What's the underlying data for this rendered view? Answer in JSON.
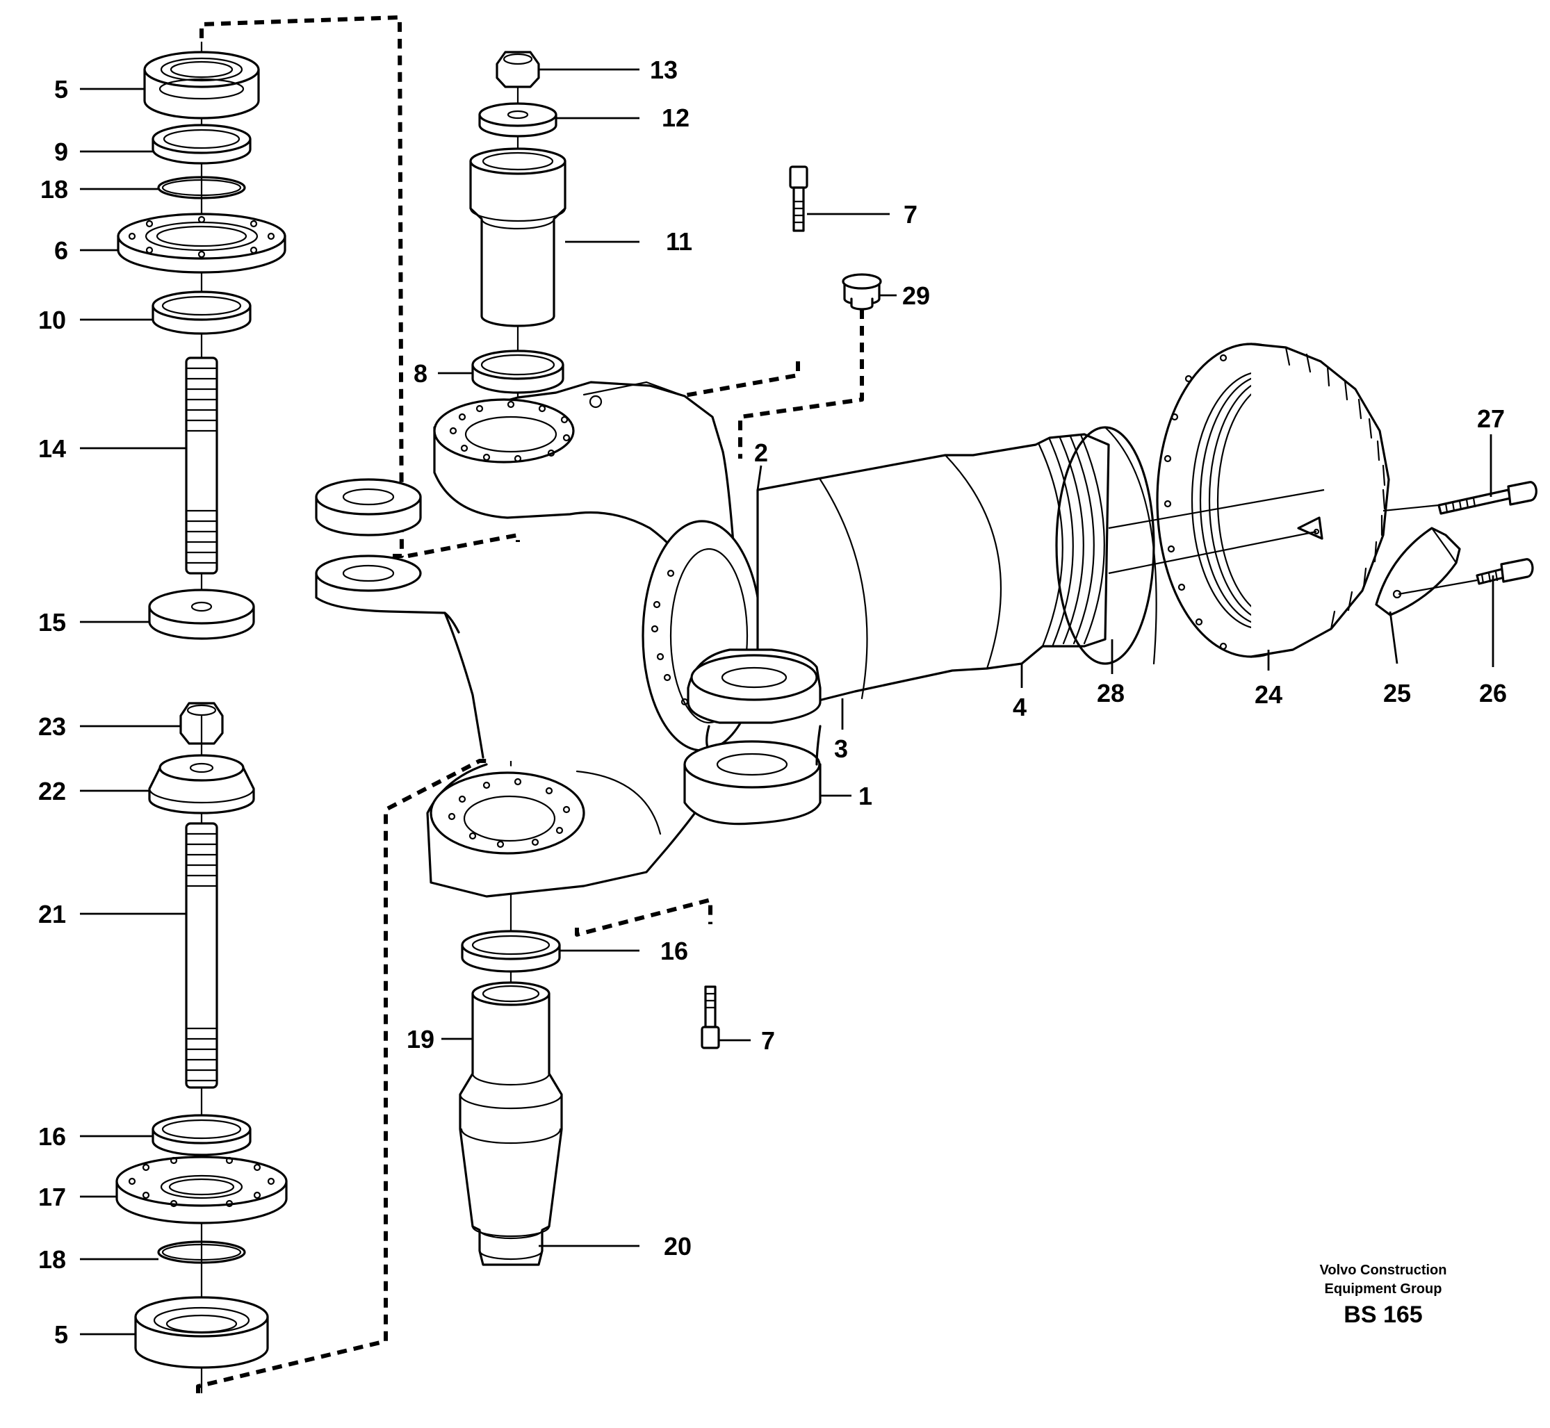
{
  "diagram": {
    "parts": [
      {
        "id": "p1",
        "label": "1"
      },
      {
        "id": "p2",
        "label": "2"
      },
      {
        "id": "p3",
        "label": "3"
      },
      {
        "id": "p4",
        "label": "4"
      },
      {
        "id": "p5a",
        "label": "5"
      },
      {
        "id": "p5b",
        "label": "5"
      },
      {
        "id": "p6",
        "label": "6"
      },
      {
        "id": "p7a",
        "label": "7"
      },
      {
        "id": "p7b",
        "label": "7"
      },
      {
        "id": "p8",
        "label": "8"
      },
      {
        "id": "p9",
        "label": "9"
      },
      {
        "id": "p10",
        "label": "10"
      },
      {
        "id": "p11",
        "label": "11"
      },
      {
        "id": "p12",
        "label": "12"
      },
      {
        "id": "p13",
        "label": "13"
      },
      {
        "id": "p14",
        "label": "14"
      },
      {
        "id": "p15",
        "label": "15"
      },
      {
        "id": "p16a",
        "label": "16"
      },
      {
        "id": "p16b",
        "label": "16"
      },
      {
        "id": "p17",
        "label": "17"
      },
      {
        "id": "p18a",
        "label": "18"
      },
      {
        "id": "p18b",
        "label": "18"
      },
      {
        "id": "p19",
        "label": "19"
      },
      {
        "id": "p20",
        "label": "20"
      },
      {
        "id": "p21",
        "label": "21"
      },
      {
        "id": "p22",
        "label": "22"
      },
      {
        "id": "p23",
        "label": "23"
      },
      {
        "id": "p24",
        "label": "24"
      },
      {
        "id": "p25",
        "label": "25"
      },
      {
        "id": "p26",
        "label": "26"
      },
      {
        "id": "p27",
        "label": "27"
      },
      {
        "id": "p28",
        "label": "28"
      },
      {
        "id": "p29",
        "label": "29"
      }
    ],
    "footer": {
      "line1": "Volvo Construction",
      "line2": "Equipment Group",
      "code": "BS 165"
    }
  }
}
